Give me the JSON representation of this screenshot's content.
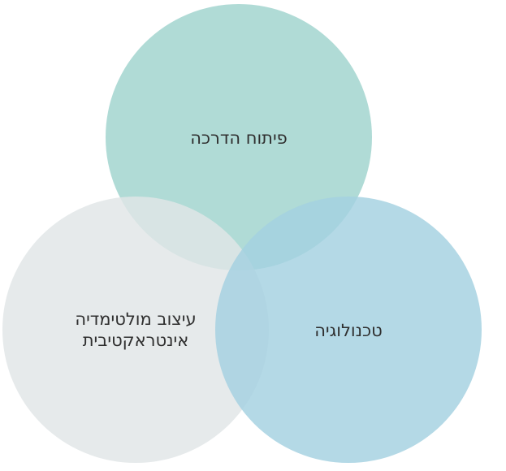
{
  "diagram": {
    "type": "venn-3",
    "circles": [
      {
        "id": "top",
        "color": "#9fd3cd",
        "label_lines": [
          "פיתוח הדרכה"
        ]
      },
      {
        "id": "bottom-left",
        "color": "#e1e5e6",
        "label_lines": [
          "עיצוב מולטימדיה",
          "אינטראקטיבית"
        ]
      },
      {
        "id": "bottom-right",
        "color": "#a3d1e1",
        "label_lines": [
          "טכנולוגיה"
        ]
      }
    ]
  }
}
